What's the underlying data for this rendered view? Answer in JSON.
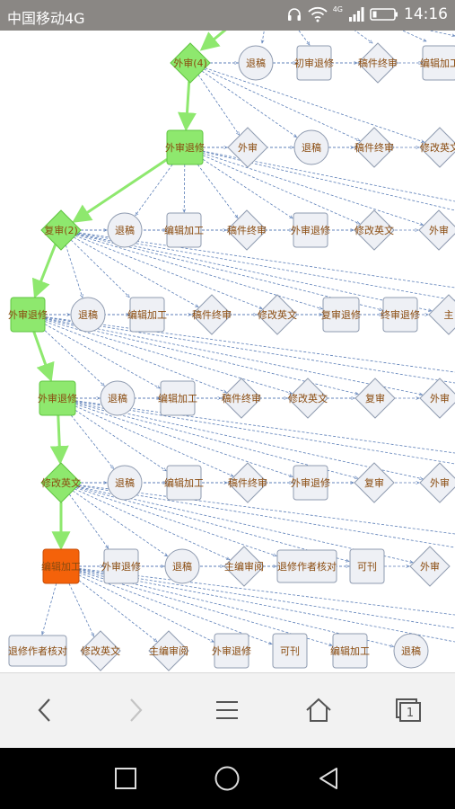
{
  "status_bar": {
    "carrier": "中国移动4G",
    "network": "4G",
    "time": "14:16"
  },
  "flow": {
    "nodes": [
      {
        "id": "n1",
        "label": "外审(4)",
        "shape": "diamond",
        "state": "visited"
      },
      {
        "id": "n2",
        "label": "退稿",
        "shape": "circle",
        "state": "option"
      },
      {
        "id": "n3",
        "label": "初审退修",
        "shape": "rect",
        "state": "option"
      },
      {
        "id": "n4",
        "label": "稿件终审",
        "shape": "diamond",
        "state": "option"
      },
      {
        "id": "n5",
        "label": "编辑加工",
        "shape": "rect",
        "state": "option"
      },
      {
        "id": "n6",
        "label": "外审退修",
        "shape": "rect",
        "state": "visited"
      },
      {
        "id": "n7",
        "label": "外审",
        "shape": "diamond",
        "state": "option"
      },
      {
        "id": "n8",
        "label": "退稿",
        "shape": "circle",
        "state": "option"
      },
      {
        "id": "n9",
        "label": "稿件终审",
        "shape": "diamond",
        "state": "option"
      },
      {
        "id": "n10",
        "label": "修改英文",
        "shape": "diamond",
        "state": "option"
      },
      {
        "id": "n11",
        "label": "复审(2)",
        "shape": "diamond",
        "state": "visited"
      },
      {
        "id": "n12",
        "label": "退稿",
        "shape": "circle",
        "state": "option"
      },
      {
        "id": "n13",
        "label": "编辑加工",
        "shape": "rect",
        "state": "option"
      },
      {
        "id": "n14",
        "label": "稿件终审",
        "shape": "diamond",
        "state": "option"
      },
      {
        "id": "n15",
        "label": "外审退修",
        "shape": "rect",
        "state": "option"
      },
      {
        "id": "n16",
        "label": "修改英文",
        "shape": "diamond",
        "state": "option"
      },
      {
        "id": "n17",
        "label": "外审",
        "shape": "diamond",
        "state": "option"
      },
      {
        "id": "n18",
        "label": "外审退修",
        "shape": "rect",
        "state": "visited"
      },
      {
        "id": "n19",
        "label": "退稿",
        "shape": "circle",
        "state": "option"
      },
      {
        "id": "n20",
        "label": "编辑加工",
        "shape": "rect",
        "state": "option"
      },
      {
        "id": "n21",
        "label": "稿件终审",
        "shape": "diamond",
        "state": "option"
      },
      {
        "id": "n22",
        "label": "修改英文",
        "shape": "diamond",
        "state": "option"
      },
      {
        "id": "n23",
        "label": "复审退修",
        "shape": "rect",
        "state": "option"
      },
      {
        "id": "n24",
        "label": "终审退修",
        "shape": "rect",
        "state": "option"
      },
      {
        "id": "n25",
        "label": "主",
        "shape": "diamond",
        "state": "option"
      },
      {
        "id": "n26",
        "label": "外审退修",
        "shape": "rect",
        "state": "visited"
      },
      {
        "id": "n27",
        "label": "退稿",
        "shape": "circle",
        "state": "option"
      },
      {
        "id": "n28",
        "label": "编辑加工",
        "shape": "rect",
        "state": "option"
      },
      {
        "id": "n29",
        "label": "稿件终审",
        "shape": "diamond",
        "state": "option"
      },
      {
        "id": "n30",
        "label": "修改英文",
        "shape": "diamond",
        "state": "option"
      },
      {
        "id": "n31",
        "label": "复审",
        "shape": "diamond",
        "state": "option"
      },
      {
        "id": "n32",
        "label": "外审",
        "shape": "diamond",
        "state": "option"
      },
      {
        "id": "n33",
        "label": "修改英文",
        "shape": "diamond",
        "state": "visited"
      },
      {
        "id": "n34",
        "label": "退稿",
        "shape": "circle",
        "state": "option"
      },
      {
        "id": "n35",
        "label": "编辑加工",
        "shape": "rect",
        "state": "option"
      },
      {
        "id": "n36",
        "label": "稿件终审",
        "shape": "diamond",
        "state": "option"
      },
      {
        "id": "n37",
        "label": "外审退修",
        "shape": "rect",
        "state": "option"
      },
      {
        "id": "n38",
        "label": "复审",
        "shape": "diamond",
        "state": "option"
      },
      {
        "id": "n39",
        "label": "外审",
        "shape": "diamond",
        "state": "option"
      },
      {
        "id": "n40",
        "label": "编辑加工",
        "shape": "rect",
        "state": "current"
      },
      {
        "id": "n41",
        "label": "外审退修",
        "shape": "rect",
        "state": "option"
      },
      {
        "id": "n42",
        "label": "退稿",
        "shape": "circle",
        "state": "option"
      },
      {
        "id": "n43",
        "label": "主编审阅",
        "shape": "diamond",
        "state": "option"
      },
      {
        "id": "n44",
        "label": "退修作者核对",
        "shape": "rect",
        "state": "option"
      },
      {
        "id": "n45",
        "label": "可刊",
        "shape": "rect",
        "state": "option"
      },
      {
        "id": "n46",
        "label": "外审",
        "shape": "diamond",
        "state": "option"
      },
      {
        "id": "n47",
        "label": "退修作者核对",
        "shape": "rect",
        "state": "option"
      },
      {
        "id": "n48",
        "label": "修改英文",
        "shape": "diamond",
        "state": "option"
      },
      {
        "id": "n49",
        "label": "主编审阅",
        "shape": "diamond",
        "state": "option"
      },
      {
        "id": "n50",
        "label": "外审退修",
        "shape": "rect",
        "state": "option"
      },
      {
        "id": "n51",
        "label": "可刊",
        "shape": "rect",
        "state": "option"
      },
      {
        "id": "n52",
        "label": "编辑加工",
        "shape": "rect",
        "state": "option"
      },
      {
        "id": "n53",
        "label": "退稿",
        "shape": "circle",
        "state": "option"
      }
    ],
    "path_edges": [
      [
        "n1",
        "n6"
      ],
      [
        "n6",
        "n11"
      ],
      [
        "n11",
        "n18"
      ],
      [
        "n18",
        "n26"
      ],
      [
        "n26",
        "n33"
      ],
      [
        "n33",
        "n40"
      ]
    ],
    "option_edges": [
      [
        "n1",
        "n2"
      ],
      [
        "n1",
        "n3"
      ],
      [
        "n1",
        "n4"
      ],
      [
        "n1",
        "n5"
      ],
      [
        "n1",
        "n7"
      ],
      [
        "n1",
        "n8"
      ],
      [
        "n1",
        "n9"
      ],
      [
        "n1",
        "n10"
      ],
      [
        "n6",
        "n7"
      ],
      [
        "n6",
        "n8"
      ],
      [
        "n6",
        "n9"
      ],
      [
        "n6",
        "n10"
      ],
      [
        "n6",
        "n12"
      ],
      [
        "n6",
        "n13"
      ],
      [
        "n6",
        "n14"
      ],
      [
        "n6",
        "n15"
      ],
      [
        "n6",
        "n16"
      ],
      [
        "n6",
        "n17"
      ],
      [
        "n11",
        "n12"
      ],
      [
        "n11",
        "n13"
      ],
      [
        "n11",
        "n14"
      ],
      [
        "n11",
        "n15"
      ],
      [
        "n11",
        "n16"
      ],
      [
        "n11",
        "n17"
      ],
      [
        "n11",
        "n19"
      ],
      [
        "n11",
        "n20"
      ],
      [
        "n11",
        "n21"
      ],
      [
        "n11",
        "n22"
      ],
      [
        "n11",
        "n23"
      ],
      [
        "n11",
        "n24"
      ],
      [
        "n11",
        "n25"
      ],
      [
        "n18",
        "n19"
      ],
      [
        "n18",
        "n20"
      ],
      [
        "n18",
        "n21"
      ],
      [
        "n18",
        "n22"
      ],
      [
        "n18",
        "n23"
      ],
      [
        "n18",
        "n24"
      ],
      [
        "n18",
        "n25"
      ],
      [
        "n18",
        "n27"
      ],
      [
        "n18",
        "n28"
      ],
      [
        "n18",
        "n29"
      ],
      [
        "n18",
        "n30"
      ],
      [
        "n18",
        "n31"
      ],
      [
        "n18",
        "n32"
      ],
      [
        "n26",
        "n27"
      ],
      [
        "n26",
        "n28"
      ],
      [
        "n26",
        "n29"
      ],
      [
        "n26",
        "n30"
      ],
      [
        "n26",
        "n31"
      ],
      [
        "n26",
        "n32"
      ],
      [
        "n26",
        "n34"
      ],
      [
        "n26",
        "n35"
      ],
      [
        "n26",
        "n36"
      ],
      [
        "n26",
        "n37"
      ],
      [
        "n26",
        "n38"
      ],
      [
        "n26",
        "n39"
      ],
      [
        "n33",
        "n34"
      ],
      [
        "n33",
        "n35"
      ],
      [
        "n33",
        "n36"
      ],
      [
        "n33",
        "n37"
      ],
      [
        "n33",
        "n38"
      ],
      [
        "n33",
        "n39"
      ],
      [
        "n33",
        "n41"
      ],
      [
        "n33",
        "n42"
      ],
      [
        "n33",
        "n43"
      ],
      [
        "n33",
        "n44"
      ],
      [
        "n33",
        "n45"
      ],
      [
        "n33",
        "n46"
      ],
      [
        "n40",
        "n41"
      ],
      [
        "n40",
        "n42"
      ],
      [
        "n40",
        "n43"
      ],
      [
        "n40",
        "n44"
      ],
      [
        "n40",
        "n45"
      ],
      [
        "n40",
        "n46"
      ],
      [
        "n40",
        "n47"
      ],
      [
        "n40",
        "n48"
      ],
      [
        "n40",
        "n49"
      ],
      [
        "n40",
        "n50"
      ],
      [
        "n40",
        "n51"
      ],
      [
        "n40",
        "n52"
      ],
      [
        "n40",
        "n53"
      ]
    ]
  },
  "colors": {
    "visited_fill": "#8ee86e",
    "visited_stroke": "#5fc440",
    "current_fill": "#f4620a",
    "current_stroke": "#c84c06",
    "option_fill": "#eef0f5",
    "option_stroke": "#8f9bb0",
    "path_edge": "#8ee86e",
    "option_edge": "#5c7fb8",
    "label": "#8a4b0f",
    "status_bar": "#8a8784",
    "browser_bar": "#f2f2f2",
    "nav_bar": "#000000"
  },
  "browser_bar": {
    "buttons": [
      {
        "name": "back",
        "icon": "chevron-left-icon",
        "enabled": true
      },
      {
        "name": "forward",
        "icon": "chevron-right-icon",
        "enabled": false
      },
      {
        "name": "menu",
        "icon": "menu-icon",
        "enabled": true
      },
      {
        "name": "home",
        "icon": "home-icon",
        "enabled": true
      },
      {
        "name": "tabs",
        "icon": "tabs-icon",
        "enabled": true,
        "count": "1"
      }
    ]
  },
  "nav_bar": {
    "buttons": [
      "recent-apps-icon",
      "home-circle-icon",
      "back-triangle-icon"
    ]
  }
}
